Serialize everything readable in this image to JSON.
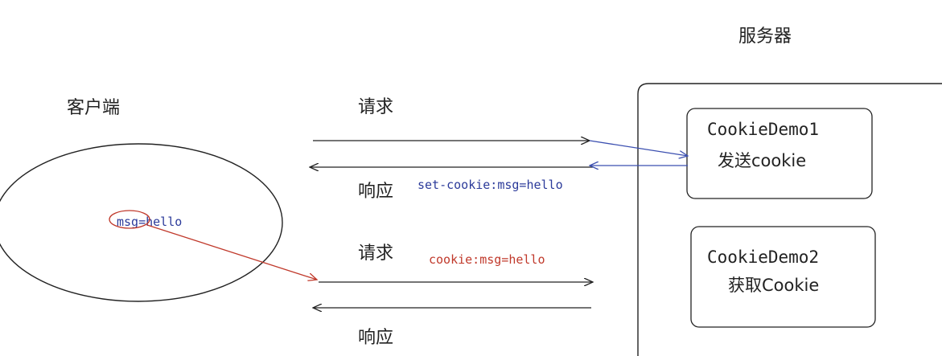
{
  "labels": {
    "server": "服务器",
    "client": "客户端",
    "request_1": "请求",
    "response_1": "响应",
    "request_2": "请求",
    "response_2": "响应"
  },
  "client_cookie": "msg=hello",
  "messages": {
    "set_cookie": "set-cookie:msg=hello",
    "cookie": "cookie:msg=hello"
  },
  "servlets": [
    {
      "name": "CookieDemo1",
      "action": "发送cookie"
    },
    {
      "name": "CookieDemo2",
      "action": "获取Cookie"
    }
  ],
  "colors": {
    "line": "#222222",
    "blue_arrow": "#3b4fb0",
    "red_arrow": "#c0392b",
    "blue_text": "#2b3a9a",
    "red_text": "#c0392b"
  }
}
